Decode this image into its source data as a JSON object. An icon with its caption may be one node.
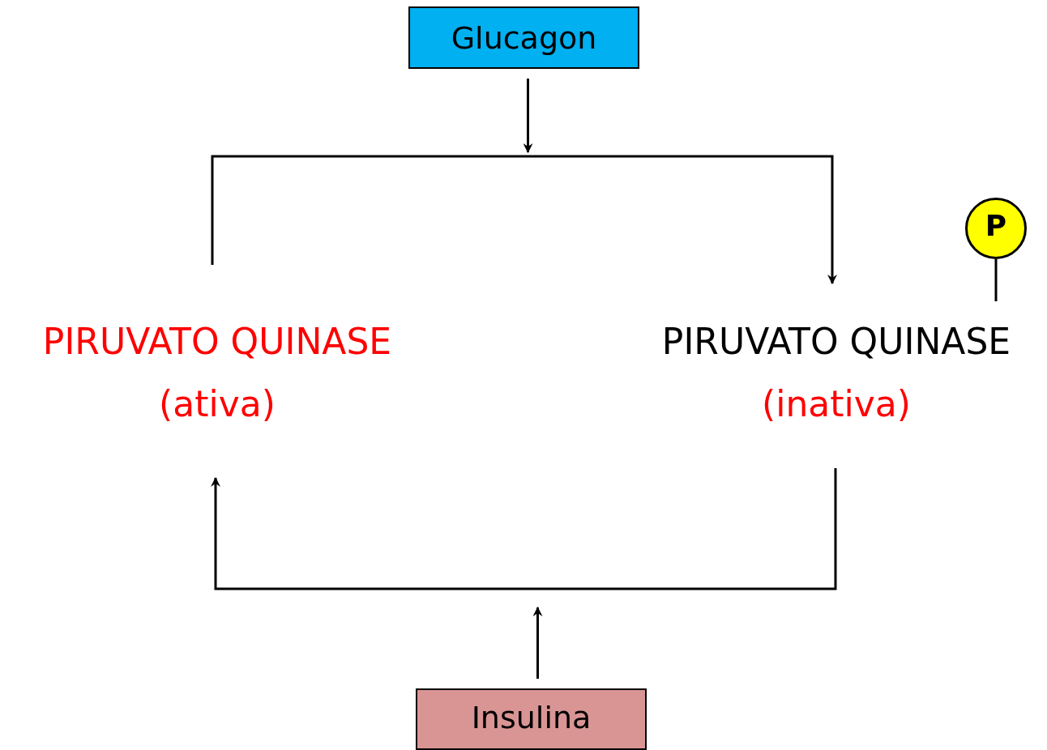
{
  "diagram": {
    "nodes": [
      {
        "text": [
          "Glucagon"
        ]
      },
      {
        "text": [
          "PIRUVATO QUINASE",
          "(ativa)"
        ]
      },
      {
        "text": [
          "PIRUVATO QUINASE",
          "(inativa)"
        ]
      },
      {
        "text": [
          "P"
        ]
      },
      {
        "text": [
          "Insulina"
        ]
      }
    ],
    "edges": [
      {
        "from": 0,
        "to": null,
        "arrow": "to"
      },
      {
        "from": 1,
        "to": 2,
        "arrow": "to"
      },
      {
        "from": 3,
        "to": 2,
        "arrow": "none"
      },
      {
        "from": 2,
        "to": 1,
        "arrow": "to"
      },
      {
        "from": 4,
        "to": null,
        "arrow": "to"
      }
    ]
  }
}
